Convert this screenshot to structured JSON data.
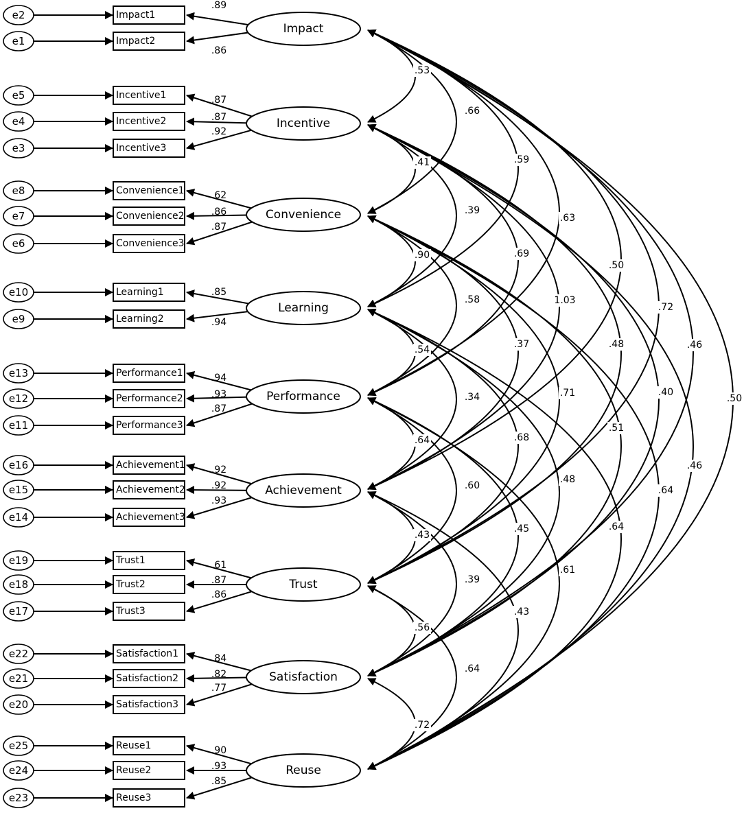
{
  "latents": [
    {
      "name": "Impact",
      "indicators": [
        {
          "error": "e2",
          "label": "Impact1",
          "loading": ".89"
        },
        {
          "error": "e1",
          "label": "Impact2",
          "loading": ".86"
        }
      ]
    },
    {
      "name": "Incentive",
      "indicators": [
        {
          "error": "e5",
          "label": "Incentive1",
          "loading": ".87"
        },
        {
          "error": "e4",
          "label": "Incentive2",
          "loading": ".87"
        },
        {
          "error": "e3",
          "label": "Incentive3",
          "loading": ".92"
        }
      ]
    },
    {
      "name": "Convenience",
      "indicators": [
        {
          "error": "e8",
          "label": "Convenience1",
          "loading": ".62"
        },
        {
          "error": "e7",
          "label": "Convenience2",
          "loading": ".86"
        },
        {
          "error": "e6",
          "label": "Convenience3",
          "loading": ".87"
        }
      ]
    },
    {
      "name": "Learning",
      "indicators": [
        {
          "error": "e10",
          "label": "Learning1",
          "loading": ".85"
        },
        {
          "error": "e9",
          "label": "Learning2",
          "loading": ".94"
        }
      ]
    },
    {
      "name": "Performance",
      "indicators": [
        {
          "error": "e13",
          "label": "Performance1",
          "loading": ".94"
        },
        {
          "error": "e12",
          "label": "Performance2",
          "loading": ".93"
        },
        {
          "error": "e11",
          "label": "Performance3",
          "loading": ".87"
        }
      ]
    },
    {
      "name": "Achievement",
      "indicators": [
        {
          "error": "e16",
          "label": "Achievement1",
          "loading": ".92"
        },
        {
          "error": "e15",
          "label": "Achievement2",
          "loading": ".92"
        },
        {
          "error": "e14",
          "label": "Achievement3",
          "loading": ".93"
        }
      ]
    },
    {
      "name": "Trust",
      "indicators": [
        {
          "error": "e19",
          "label": "Trust1",
          "loading": ".61"
        },
        {
          "error": "e18",
          "label": "Trust2",
          "loading": ".87"
        },
        {
          "error": "e17",
          "label": "Trust3",
          "loading": ".86"
        }
      ]
    },
    {
      "name": "Satisfaction",
      "indicators": [
        {
          "error": "e22",
          "label": "Satisfaction1",
          "loading": ".84"
        },
        {
          "error": "e21",
          "label": "Satisfaction2",
          "loading": ".82"
        },
        {
          "error": "e20",
          "label": "Satisfaction3",
          "loading": ".77"
        }
      ]
    },
    {
      "name": "Reuse",
      "indicators": [
        {
          "error": "e25",
          "label": "Reuse1",
          "loading": ".90"
        },
        {
          "error": "e24",
          "label": "Reuse2",
          "loading": ".93"
        },
        {
          "error": "e23",
          "label": "Reuse3",
          "loading": ".85"
        }
      ]
    }
  ],
  "correlations": [
    {
      "from": "Impact",
      "to": "Incentive",
      "value": ".53"
    },
    {
      "from": "Impact",
      "to": "Convenience",
      "value": ".66"
    },
    {
      "from": "Impact",
      "to": "Learning",
      "value": ".59"
    },
    {
      "from": "Impact",
      "to": "Performance",
      "value": ".63"
    },
    {
      "from": "Impact",
      "to": "Achievement",
      "value": ".50"
    },
    {
      "from": "Impact",
      "to": "Trust",
      "value": ".72"
    },
    {
      "from": "Impact",
      "to": "Satisfaction",
      "value": ".46"
    },
    {
      "from": "Impact",
      "to": "Reuse",
      "value": ".50"
    },
    {
      "from": "Incentive",
      "to": "Convenience",
      "value": ".41"
    },
    {
      "from": "Incentive",
      "to": "Learning",
      "value": ".39"
    },
    {
      "from": "Incentive",
      "to": "Performance",
      "value": ".69"
    },
    {
      "from": "Incentive",
      "to": "Achievement",
      "value": "1.03"
    },
    {
      "from": "Incentive",
      "to": "Trust",
      "value": ".48"
    },
    {
      "from": "Incentive",
      "to": "Satisfaction",
      "value": ".40"
    },
    {
      "from": "Incentive",
      "to": "Reuse",
      "value": ".46"
    },
    {
      "from": "Convenience",
      "to": "Learning",
      "value": ".90"
    },
    {
      "from": "Convenience",
      "to": "Performance",
      "value": ".58"
    },
    {
      "from": "Convenience",
      "to": "Achievement",
      "value": ".37"
    },
    {
      "from": "Convenience",
      "to": "Trust",
      "value": ".71"
    },
    {
      "from": "Convenience",
      "to": "Satisfaction",
      "value": ".51"
    },
    {
      "from": "Convenience",
      "to": "Reuse",
      "value": ".64"
    },
    {
      "from": "Learning",
      "to": "Performance",
      "value": ".54"
    },
    {
      "from": "Learning",
      "to": "Achievement",
      "value": ".34"
    },
    {
      "from": "Learning",
      "to": "Trust",
      "value": ".68"
    },
    {
      "from": "Learning",
      "to": "Satisfaction",
      "value": ".48"
    },
    {
      "from": "Learning",
      "to": "Reuse",
      "value": ".64"
    },
    {
      "from": "Performance",
      "to": "Achievement",
      "value": ".64"
    },
    {
      "from": "Performance",
      "to": "Trust",
      "value": ".60"
    },
    {
      "from": "Performance",
      "to": "Satisfaction",
      "value": ".45"
    },
    {
      "from": "Performance",
      "to": "Reuse",
      "value": ".61"
    },
    {
      "from": "Achievement",
      "to": "Trust",
      "value": ".43"
    },
    {
      "from": "Achievement",
      "to": "Satisfaction",
      "value": ".39"
    },
    {
      "from": "Achievement",
      "to": "Reuse",
      "value": ".43"
    },
    {
      "from": "Trust",
      "to": "Satisfaction",
      "value": ".56"
    },
    {
      "from": "Trust",
      "to": "Reuse",
      "value": ".64"
    },
    {
      "from": "Satisfaction",
      "to": "Reuse",
      "value": ".72"
    }
  ]
}
